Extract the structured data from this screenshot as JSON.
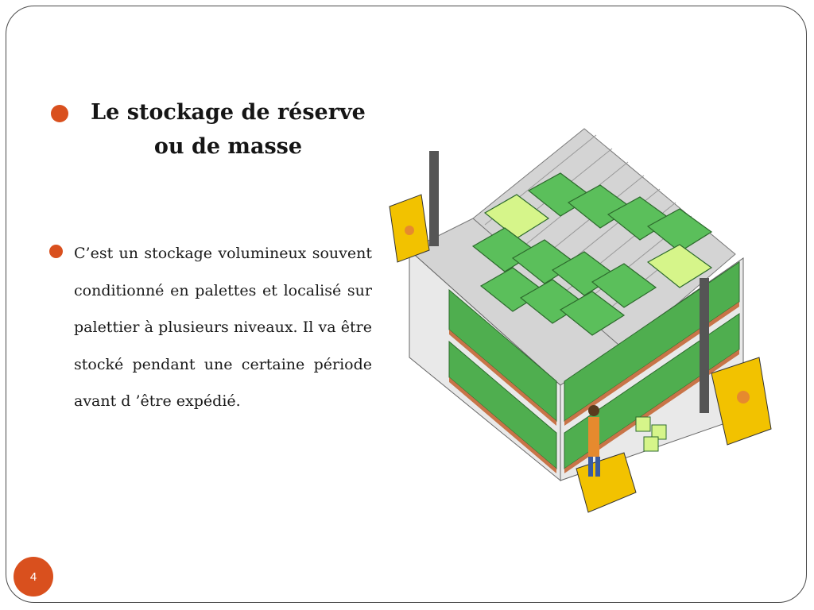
{
  "slide": {
    "title": "Le stockage de réserve ou de masse",
    "body": "C’est un stockage volumineux souvent conditionné en palettes et localisé sur palettier à plusieurs niveaux. Il va être stocké pendant une certaine  période avant d ’être expédié.",
    "page_number": "4"
  },
  "colors": {
    "accent": "#d9501e",
    "box_green": "#5bbf5b",
    "box_lime": "#d6f58a",
    "forklift_yellow": "#f2c200"
  },
  "illustration": {
    "icon": "warehouse-pallet-racking-icon"
  }
}
